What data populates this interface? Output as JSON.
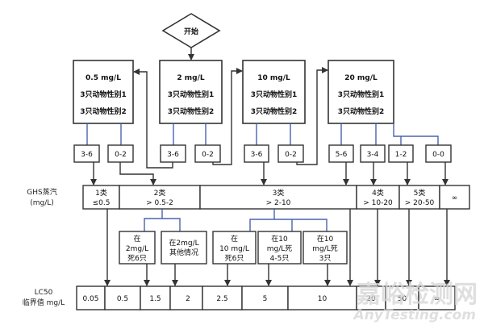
{
  "start": {
    "label": "开始"
  },
  "dose_boxes": [
    {
      "concentration": "0.5 mg/L",
      "line1": "3只动物性别1",
      "line2": "3只动物性别2"
    },
    {
      "concentration": "2 mg/L",
      "line1": "3只动物性别1",
      "line2": "3只动物性别2"
    },
    {
      "concentration": "10 mg/L",
      "line1": "3只动物性别1",
      "line2": "3只动物性别2"
    },
    {
      "concentration": "20 mg/L",
      "line1": "3只动物性别1",
      "line2": "3只动物性别2"
    }
  ],
  "outcomes": [
    "3-6",
    "0-2",
    "3-6",
    "0-2",
    "3-6",
    "0-2",
    "5-6",
    "3-4",
    "1-2",
    "0-0"
  ],
  "ghs": {
    "label_line1": "GHS蒸汽",
    "label_line2": "(mg/L)",
    "categories": [
      {
        "name": "1类",
        "range": "≤0.5"
      },
      {
        "name": "2类",
        "range": "> 0.5-2"
      },
      {
        "name": "3类",
        "range": "> 2-10"
      },
      {
        "name": "4类",
        "range": "> 10-20"
      },
      {
        "name": "5类",
        "range": "> 20-50"
      },
      {
        "name": "∞",
        "range": ""
      }
    ]
  },
  "sub_outcomes": [
    {
      "lines": [
        "在",
        "2mg/L",
        "死6只"
      ]
    },
    {
      "lines": [
        "在2mg/L",
        "其他情况"
      ]
    },
    {
      "lines": [
        "在",
        "10 mg/L",
        "死6只"
      ]
    },
    {
      "lines": [
        "在10",
        "mg/L死",
        "4-5只"
      ]
    },
    {
      "lines": [
        "在10",
        "mg/L死",
        "3只"
      ]
    }
  ],
  "lc50": {
    "label_line1": "LC50",
    "label_line2": "临界值 mg/L",
    "values": [
      "0.05",
      "0.5",
      "1.5",
      "2",
      "2.5",
      "5",
      "10",
      "20",
      "50",
      "∞"
    ]
  },
  "watermark": {
    "line1": "嘉峪检测网",
    "line2": "AnyTesting.com"
  },
  "colors": {
    "line": "#333333",
    "blue_connector": "#4a62b0"
  }
}
